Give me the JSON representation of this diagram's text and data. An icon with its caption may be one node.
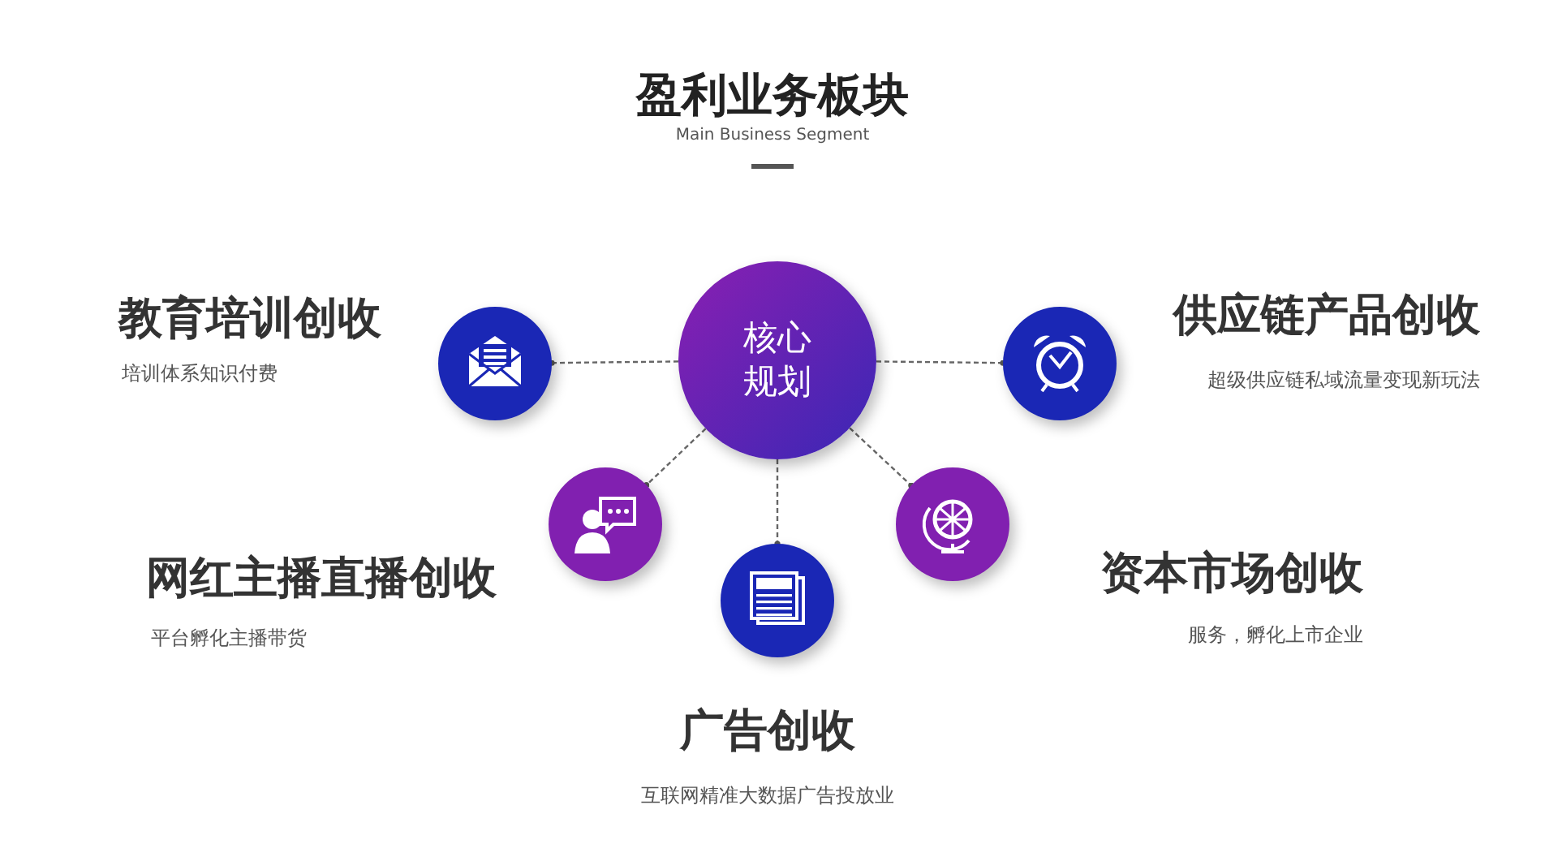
{
  "diagram": {
    "title": "盈利业务板块",
    "nodes": [
      {
        "text": [
          "核心规划"
        ]
      },
      {
        "text": [],
        "shape": "circle",
        "beside": [
          "教育培训创收",
          "培训体系知识付费"
        ]
      },
      {
        "text": [],
        "shape": "circle",
        "beside": [
          "供应链产品创收",
          "超级供应链私域流量变现新玩法"
        ]
      },
      {
        "text": [],
        "shape": "circle",
        "beside": [
          "网红主播直播创收",
          "平台孵化主播带货"
        ]
      },
      {
        "text": [],
        "shape": "circle",
        "beside": [
          "广告创收",
          "互联网精准大数据广告投放业"
        ]
      },
      {
        "text": [],
        "shape": "circle",
        "beside": [
          "资本市场创收",
          "服务，孵化上市企业"
        ]
      }
    ],
    "edges": [
      {
        "from": 0,
        "to": 1,
        "arrow": "other",
        "style": "dashed"
      },
      {
        "from": 0,
        "to": 2,
        "arrow": "other",
        "style": "dashed"
      },
      {
        "from": 0,
        "to": 3,
        "arrow": "other",
        "style": "dashed"
      },
      {
        "from": 0,
        "to": 4,
        "arrow": "other",
        "style": "dashed"
      },
      {
        "from": 0,
        "to": 5,
        "arrow": "other",
        "style": "dashed"
      }
    ],
    "labels": [
      "Main Business Segment"
    ]
  }
}
